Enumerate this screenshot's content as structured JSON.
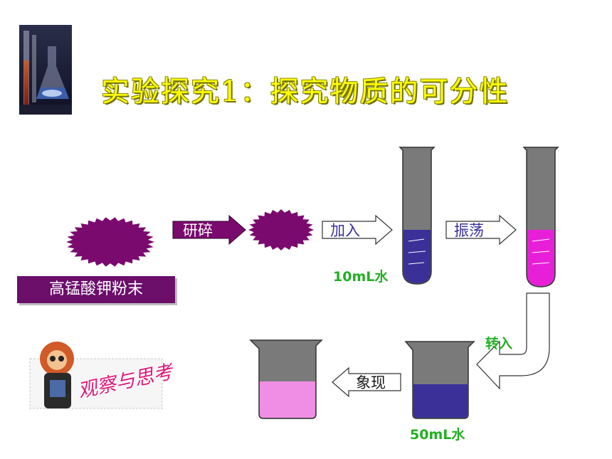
{
  "title": "实验探究1：探究物质的可分性",
  "powder_label": "高锰酸钾粉末",
  "steps": {
    "grind": "研碎",
    "add": "加入",
    "shake": "振荡",
    "transfer": "转入",
    "phenomenon": "象现"
  },
  "volumes": {
    "tube_water": "10mL水",
    "beaker_water": "50mL水"
  },
  "badge_text": "观察与思考",
  "colors": {
    "title": "#ffff00",
    "powder": "#7a0a6e",
    "dark_blue_solution": "#3a3098",
    "magenta_solution": "#e81fd8",
    "pink_solution": "#f08ee6",
    "green_label": "#22b022"
  }
}
